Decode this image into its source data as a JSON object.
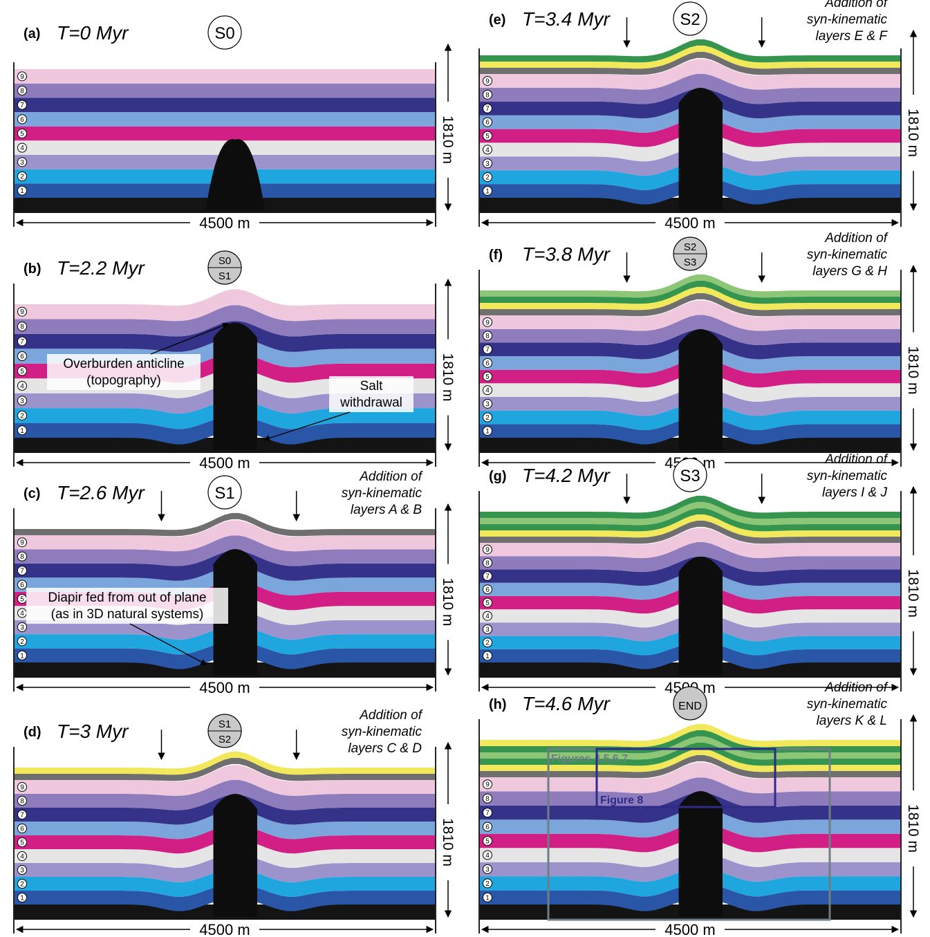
{
  "layer_colors": {
    "base": "#141414",
    "1": "#2a56a8",
    "2": "#1fa6de",
    "3": "#9c93cc",
    "4": "#e5e5e5",
    "5": "#d21f86",
    "6": "#7aa6dc",
    "7": "#343289",
    "8": "#8f7cbd",
    "9": "#efc8de",
    "salt": "#0d0d0d",
    "syn_grey": "#5f5f5f",
    "syn_yellow": "#f1e64a",
    "syn_green": "#1f8a3c",
    "syn_lightgreen": "#7fc067"
  },
  "layer_numbers": [
    "1",
    "2",
    "3",
    "4",
    "5",
    "6",
    "7",
    "8",
    "9"
  ],
  "panels": [
    {
      "id": "a",
      "letter": "(a)",
      "time": "T=0 Myr",
      "stage": [
        "S0"
      ],
      "stage_fill": "white",
      "addition": [],
      "arrows": false,
      "width_label": "4500 m",
      "height_label": "1810 m",
      "diapir_crest_fraction": 0.5,
      "syn_layers": 0
    },
    {
      "id": "b",
      "letter": "(b)",
      "time": "T=2.2 Myr",
      "stage": [
        "S0",
        "S1"
      ],
      "stage_fill": "grey",
      "addition": [],
      "arrows": false,
      "width_label": "4500 m",
      "height_label": "1810 m",
      "diapir_crest_fraction": 0.95,
      "syn_layers": 0,
      "annotations": [
        {
          "name": "overburden-anticline-label",
          "lines": [
            "Overburden anticline",
            "(topography)"
          ]
        },
        {
          "name": "salt-withdrawal-label",
          "lines": [
            "Salt",
            "withdrawal"
          ]
        }
      ]
    },
    {
      "id": "c",
      "letter": "(c)",
      "time": "T=2.6 Myr",
      "stage": [
        "S1"
      ],
      "stage_fill": "white",
      "addition": [
        "Addition of",
        "syn-kinematic",
        "layers A & B"
      ],
      "arrows": true,
      "width_label": "4500 m",
      "height_label": "1810 m",
      "diapir_crest_fraction": 0.98,
      "syn_layers": 1,
      "annotations": [
        {
          "name": "diapir-fed-label",
          "lines": [
            "Diapir fed from out of plane",
            "(as in 3D natural systems)"
          ]
        }
      ]
    },
    {
      "id": "d",
      "letter": "(d)",
      "time": "T=3 Myr",
      "stage": [
        "S1",
        "S2"
      ],
      "stage_fill": "grey",
      "addition": [
        "Addition of",
        "syn-kinematic",
        "layers C & D"
      ],
      "arrows": true,
      "width_label": "4500 m",
      "height_label": "1810 m",
      "diapir_crest_fraction": 0.98,
      "syn_layers": 2
    },
    {
      "id": "e",
      "letter": "(e)",
      "time": "T=3.4 Myr",
      "stage": [
        "S2"
      ],
      "stage_fill": "white",
      "addition": [
        "Addition of",
        "syn-kinematic",
        "layers E & F"
      ],
      "arrows": true,
      "width_label": "4500 m",
      "height_label": "1810 m",
      "diapir_crest_fraction": 0.98,
      "syn_layers": 3
    },
    {
      "id": "f",
      "letter": "(f)",
      "time": "T=3.8 Myr",
      "stage": [
        "S2",
        "S3"
      ],
      "stage_fill": "grey",
      "addition": [
        "Addition of",
        "syn-kinematic",
        "layers G & H"
      ],
      "arrows": true,
      "width_label": "4500 m",
      "height_label": "1810 m",
      "diapir_crest_fraction": 0.98,
      "syn_layers": 4
    },
    {
      "id": "g",
      "letter": "(g)",
      "time": "T=4.2 Myr",
      "stage": [
        "S3"
      ],
      "stage_fill": "white",
      "addition": [
        "Addition of",
        "syn-kinematic",
        "layers I & J"
      ],
      "arrows": true,
      "width_label": "4500 m",
      "height_label": "1810 m",
      "diapir_crest_fraction": 0.98,
      "syn_layers": 5
    },
    {
      "id": "h",
      "letter": "(h)",
      "time": "T=4.6 Myr",
      "stage": [
        "END"
      ],
      "stage_fill": "grey",
      "addition": [
        "Addition of",
        "syn-kinematic",
        "layers K & L"
      ],
      "arrows": false,
      "width_label": "4500 m",
      "height_label": "1810 m",
      "diapir_crest_fraction": 0.98,
      "syn_layers": 6,
      "boxes": [
        {
          "name": "figures-4567-box",
          "label": "Figures 4,5,6,7",
          "color": "#6f7d84"
        },
        {
          "name": "figure-8-box",
          "label": "Figure 8",
          "color": "#2e2a86"
        }
      ]
    }
  ]
}
